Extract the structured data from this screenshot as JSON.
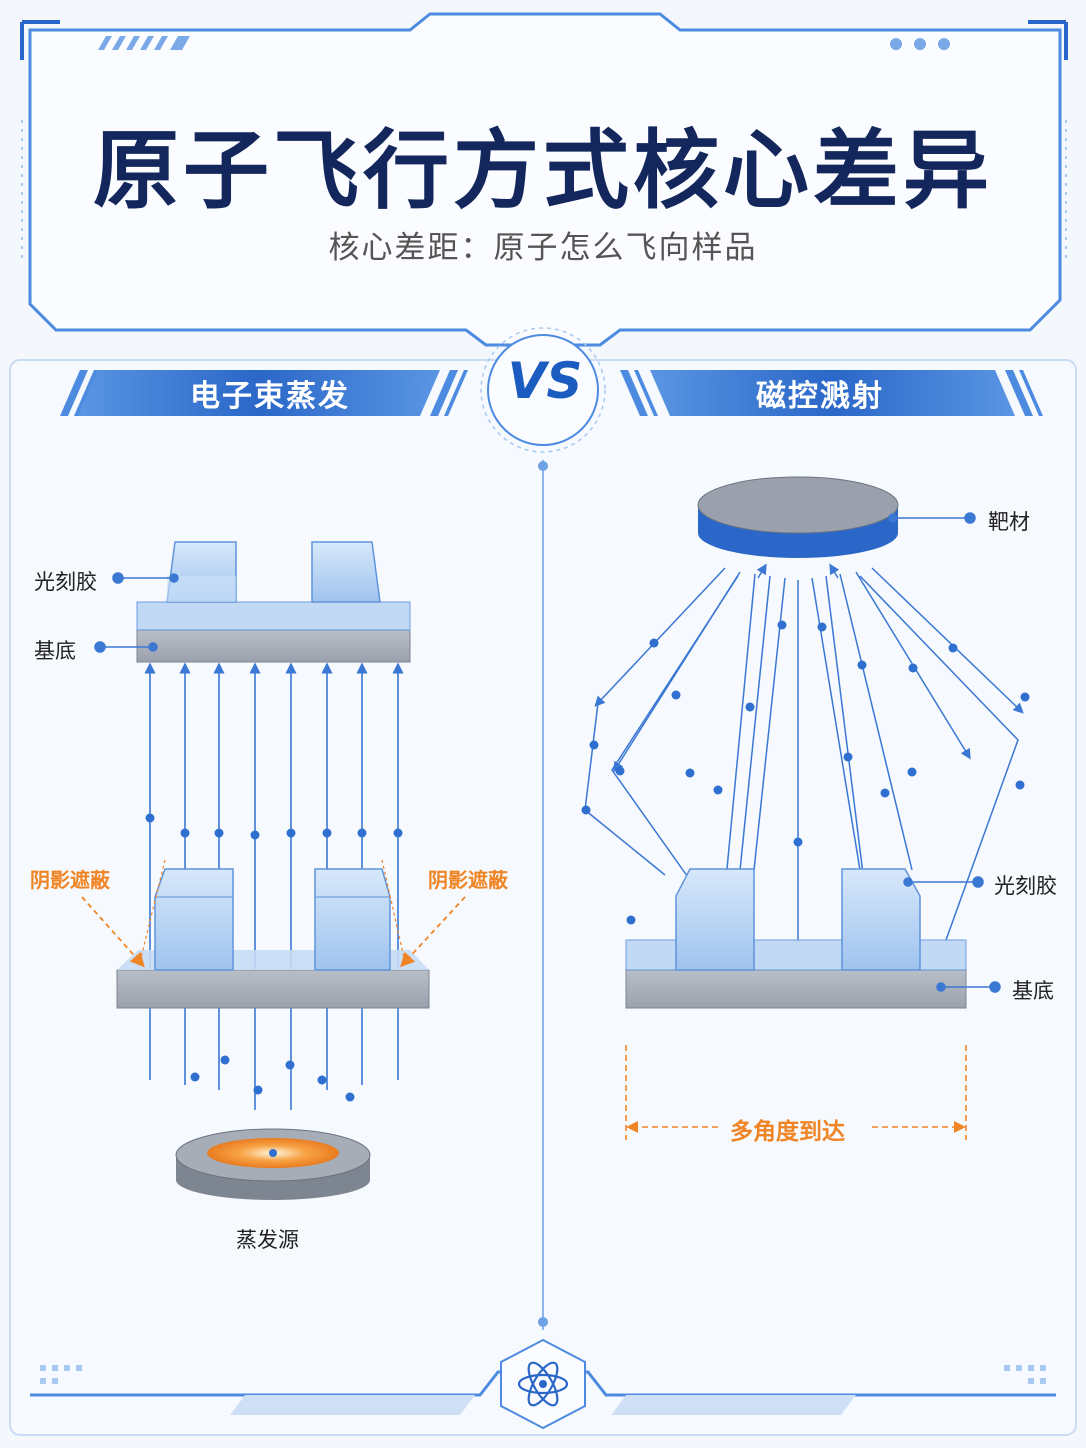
{
  "header": {
    "title": "原子飞行方式核心差异",
    "subtitle": "核心差距：原子怎么飞向样品"
  },
  "vs_label": "VS",
  "left_panel": {
    "heading": "电子束蒸发",
    "labels": {
      "photoresist": "光刻胶",
      "substrate": "基底",
      "shadow_left": "阴影遮蔽",
      "shadow_right": "阴影遮蔽",
      "source": "蒸发源"
    }
  },
  "right_panel": {
    "heading": "磁控溅射",
    "labels": {
      "target": "靶材",
      "photoresist": "光刻胶",
      "substrate": "基底",
      "multi_angle": "多角度到达"
    }
  },
  "colors": {
    "title": "#13275c",
    "accent_blue": "#2f6fd0",
    "banner_blue": "#2a67c8",
    "light_blue": "#a9c9f0",
    "substrate_gray": "#a7adb7",
    "orange": "#f08526"
  },
  "icons": [
    "atom-icon"
  ]
}
